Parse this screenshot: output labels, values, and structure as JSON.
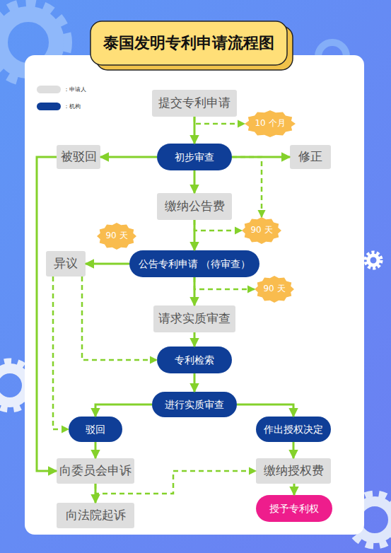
{
  "diagram": {
    "title": "泰国发明专利申请流程图",
    "nodes": [
      {
        "text": [
          "提交专利申请"
        ]
      },
      {
        "text": [
          "10 个月"
        ]
      },
      {
        "text": [
          "被驳回"
        ]
      },
      {
        "text": [
          "初步审查"
        ]
      },
      {
        "text": [
          "修正"
        ]
      },
      {
        "text": [
          "缴纳公告费"
        ]
      },
      {
        "text": [
          "90 天"
        ]
      },
      {
        "text": [
          "90 天"
        ]
      },
      {
        "text": [
          "异议"
        ]
      },
      {
        "text": [
          "公告专利申请 （待审查）"
        ]
      },
      {
        "text": [
          "90 天"
        ]
      },
      {
        "text": [
          "请求实质审查"
        ]
      },
      {
        "text": [
          "专利检索"
        ]
      },
      {
        "text": [
          "进行实质审查"
        ]
      },
      {
        "text": [
          "驳回"
        ]
      },
      {
        "text": [
          "作出授权决定"
        ]
      },
      {
        "text": [
          "向委员会申诉"
        ]
      },
      {
        "text": [
          "缴纳授权费"
        ]
      },
      {
        "text": [
          "向法院起诉"
        ]
      },
      {
        "text": [
          "授予专利权"
        ]
      }
    ],
    "edges": [
      {
        "from": 0,
        "to": 3,
        "arrow": "to"
      },
      {
        "from": 0,
        "to": 1,
        "arrow": "to"
      },
      {
        "from": 3,
        "to": 2,
        "arrow": "to"
      },
      {
        "from": 3,
        "to": 4,
        "arrow": "to"
      },
      {
        "from": 3,
        "to": 5,
        "arrow": "to"
      },
      {
        "from": 3,
        "to": 7,
        "arrow": "to"
      },
      {
        "from": 5,
        "to": 7,
        "arrow": "to"
      },
      {
        "from": 5,
        "to": 9,
        "arrow": "to"
      },
      {
        "from": 9,
        "to": 8,
        "arrow": "to"
      },
      {
        "from": 9,
        "to": 10,
        "arrow": "to"
      },
      {
        "from": 9,
        "to": 11,
        "arrow": "to"
      },
      {
        "from": 11,
        "to": 12,
        "arrow": "to"
      },
      {
        "from": 8,
        "to": 12,
        "arrow": "to"
      },
      {
        "from": 8,
        "to": 14,
        "arrow": "to"
      },
      {
        "from": 2,
        "to": 16,
        "arrow": "to"
      },
      {
        "from": 12,
        "to": 13,
        "arrow": "to"
      },
      {
        "from": 13,
        "to": 14,
        "arrow": "to"
      },
      {
        "from": 13,
        "to": 15,
        "arrow": "to"
      },
      {
        "from": 14,
        "to": 16,
        "arrow": "to"
      },
      {
        "from": 15,
        "to": 17,
        "arrow": "to"
      },
      {
        "from": 16,
        "to": 18,
        "arrow": "to"
      },
      {
        "from": 16,
        "to": 17,
        "arrow": "to"
      },
      {
        "from": 17,
        "to": 19,
        "arrow": "to"
      }
    ],
    "legend": [
      {
        "text": "：申请人",
        "color": "#dedede"
      },
      {
        "text": "：机构",
        "color": "#0f3e97"
      }
    ]
  }
}
